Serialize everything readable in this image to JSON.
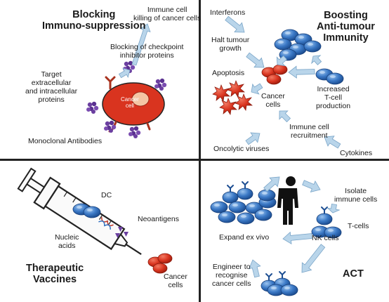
{
  "quadrants": {
    "blocking": {
      "title_line1": "Blocking",
      "title_line2": "Immuno-suppression",
      "immune_kill_line1": "Immune cell",
      "immune_kill_line2": "killing of cancer cells",
      "checkpoint_line1": "Blocking of checkpoint",
      "checkpoint_line2": "inhibitor proteins",
      "target_line1": "Target",
      "target_line2": "extracellular",
      "target_line3": "and intracellular",
      "target_line4": "proteins",
      "cancer_cell_line1": "Cancer",
      "cancer_cell_line2": "cell",
      "antibodies": "Monoclonal Antibodies"
    },
    "boosting": {
      "title_line1": "Boosting",
      "title_line2": "Anti-tumour",
      "title_line3": "Immunity",
      "interferons": "Interferons",
      "halt_line1": "Halt tumour",
      "halt_line2": "growth",
      "apoptosis": "Apoptosis",
      "cancer_cells_line1": "Cancer",
      "cancer_cells_line2": "cells",
      "increased_line1": "Increased",
      "increased_line2": "T-cell",
      "increased_line3": "production",
      "recruit_line1": "Immune cell",
      "recruit_line2": "recruitment",
      "oncolytic": "Oncolytic viruses",
      "cytokines": "Cytokines"
    },
    "vaccines": {
      "title_line1": "Therapeutic",
      "title_line2": "Vaccines",
      "dc": "DC",
      "neoantigens": "Neoantigens",
      "nucleic_line1": "Nucleic",
      "nucleic_line2": "acids",
      "cancer_cells_line1": "Cancer",
      "cancer_cells_line2": "cells"
    },
    "act": {
      "title": "ACT",
      "isolate_line1": "Isolate",
      "isolate_line2": "immune cells",
      "tcells": "T-cells",
      "nkcells": "NK cells",
      "expand": "Expand ex vivo",
      "engineer_line1": "Engineer to",
      "engineer_line2": "recognise",
      "engineer_line3": "cancer cells"
    }
  },
  "colors": {
    "cancer_red": "#d9341f",
    "tcell_blue": "#2f6fc0",
    "antibody_purple": "#6b3fa0",
    "arrow_fill": "#b9d5ea",
    "arrow_stroke": "#7aa5c8"
  }
}
